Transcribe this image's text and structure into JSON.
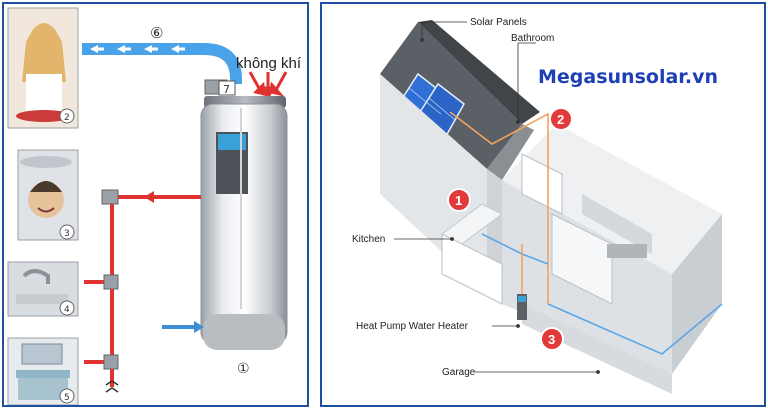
{
  "left": {
    "air_label": "không khí",
    "num_1": "①",
    "num_2": "2",
    "num_3": "3",
    "num_4": "4",
    "num_5": "5",
    "num_6": "⑥",
    "num_7": "7"
  },
  "right": {
    "brand": "Megasunsolar.vn",
    "labels": {
      "solar_panels": "Solar Panels",
      "bathroom": "Bathroom",
      "kitchen": "Kitchen",
      "heat_pump": "Heat Pump Water Heater",
      "garage": "Garage"
    },
    "markers": {
      "m1": "1",
      "m2": "2",
      "m3": "3"
    }
  },
  "colors": {
    "frame": "#1f4f9f",
    "hot_pipe": "#e0322e",
    "cold_pipe": "#3a8fd6",
    "air_duct": "#4aa3e8",
    "marker": "#e23a3a",
    "brand": "#1f3fb4"
  }
}
